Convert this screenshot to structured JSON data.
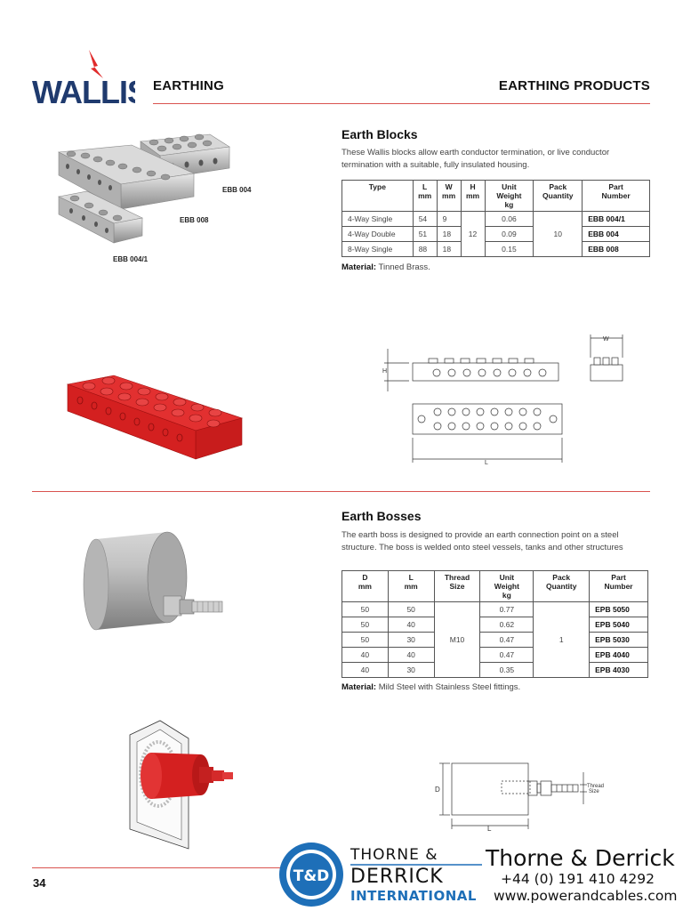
{
  "header": {
    "brand": "WALLIS",
    "section": "EARTHING",
    "category": "EARTHING PRODUCTS"
  },
  "earth_blocks": {
    "title": "Earth Blocks",
    "description": "These Wallis blocks allow earth conductor termination, or live conductor termination with a suitable, fully insulated housing.",
    "columns": [
      "Type",
      "L mm",
      "W mm",
      "H mm",
      "Unit Weight kg",
      "Pack Quantity",
      "Part Number"
    ],
    "headers": [
      [
        "Type"
      ],
      [
        "L",
        "mm"
      ],
      [
        "W",
        "mm"
      ],
      [
        "H",
        "mm"
      ],
      [
        "Unit",
        "Weight",
        "kg"
      ],
      [
        "Pack",
        "Quantity"
      ],
      [
        "Part",
        "Number"
      ]
    ],
    "rows": [
      {
        "type": "4-Way Single",
        "l": "54",
        "w": "9",
        "weight": "0.06",
        "part": "EBB 004/1"
      },
      {
        "type": "4-Way Double",
        "l": "51",
        "w": "18",
        "weight": "0.09",
        "part": "EBB 004"
      },
      {
        "type": "8-Way Single",
        "l": "88",
        "w": "18",
        "weight": "0.15",
        "part": "EBB 008"
      }
    ],
    "shared_h": "12",
    "shared_pack": "10",
    "material_label": "Material:",
    "material_value": "Tinned Brass.",
    "image_labels": {
      "ebb004": "EBB 004",
      "ebb008": "EBB 008",
      "ebb0041": "EBB 004/1"
    },
    "diagram_labels": {
      "w": "W",
      "h": "H",
      "l": "L"
    }
  },
  "earth_bosses": {
    "title": "Earth Bosses",
    "description": "The earth boss is designed to provide an earth connection point on a steel structure. The boss is welded onto steel vessels, tanks and other structures",
    "headers": [
      [
        "D",
        "mm"
      ],
      [
        "L",
        "mm"
      ],
      [
        "Thread",
        "Size"
      ],
      [
        "Unit",
        "Weight",
        "kg"
      ],
      [
        "Pack",
        "Quantity"
      ],
      [
        "Part",
        "Number"
      ]
    ],
    "rows": [
      {
        "d": "50",
        "l": "50",
        "weight": "0.77",
        "part": "EPB 5050"
      },
      {
        "d": "50",
        "l": "40",
        "weight": "0.62",
        "part": "EPB 5040"
      },
      {
        "d": "50",
        "l": "30",
        "weight": "0.47",
        "part": "EPB 5030"
      },
      {
        "d": "40",
        "l": "40",
        "weight": "0.47",
        "part": "EPB 4040"
      },
      {
        "d": "40",
        "l": "30",
        "weight": "0.35",
        "part": "EPB 4030"
      }
    ],
    "shared_thread": "M10",
    "shared_pack": "1",
    "material_label": "Material:",
    "material_value": "Mild Steel with Stainless Steel fittings.",
    "diagram_labels": {
      "d": "D",
      "l": "L",
      "thread_1": "Thread",
      "thread_2": "Size"
    }
  },
  "footer": {
    "page_number": "34",
    "td_logo_mark": "T&D",
    "td_line1": "THORNE &",
    "td_line2": "DERRICK",
    "td_line3": "INTERNATIONAL",
    "brand_name": "Thorne & Derrick",
    "phone": "+44 (0) 191 410 4292",
    "website": "www.powerandcables.com"
  },
  "colors": {
    "accent_red": "#d9534f",
    "wallis_navy": "#1f3a6e",
    "product_red": "#d42020",
    "td_blue": "#1e6fb8"
  }
}
